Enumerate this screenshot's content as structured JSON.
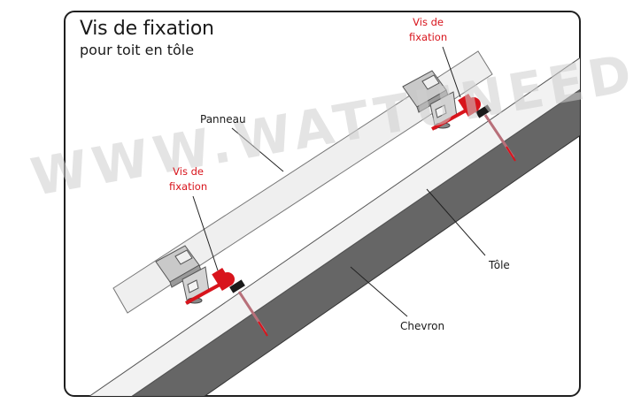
{
  "title": "Vis de fixation",
  "subtitle": "pour toit en tôle",
  "labels": {
    "panel": "Panneau",
    "screw_top_line1": "Vis de",
    "screw_top_line2": "fixation",
    "screw_bottom_line1": "Vis de",
    "screw_bottom_line2": "fixation",
    "sheet": "Tôle",
    "rafter": "Chevron"
  },
  "watermark": "WWW.WATTUNEED.COM",
  "colors": {
    "screw": "#d8141c",
    "rafter_side": "#666666",
    "sheet_top": "#f2f2f2",
    "panel": "#efefef",
    "outline": "#1f1f1f"
  }
}
